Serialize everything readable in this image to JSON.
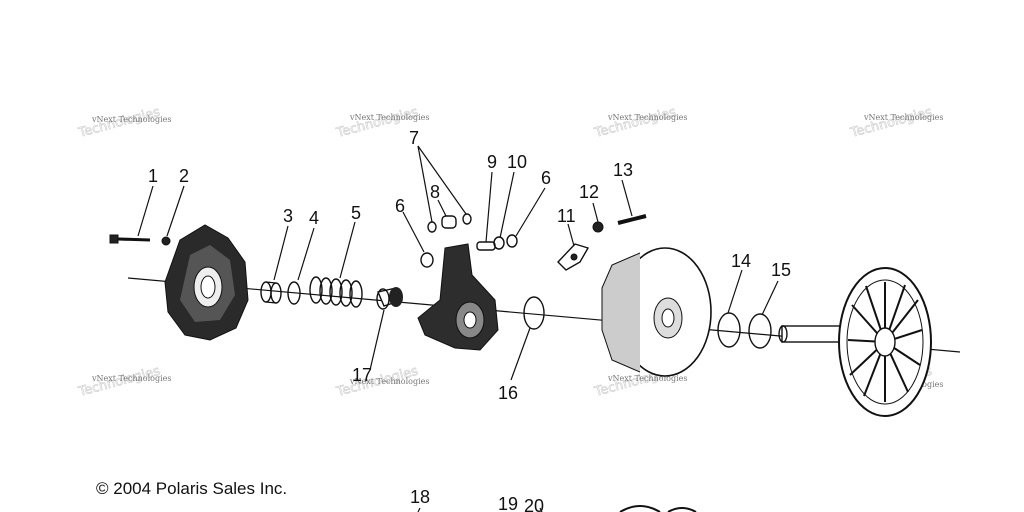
{
  "copyright": "© 2004 Polaris Sales Inc.",
  "watermark": "vNext Technologies",
  "callouts": [
    "1",
    "2",
    "3",
    "4",
    "5",
    "6",
    "7",
    "8",
    "9",
    "10",
    "6",
    "11",
    "12",
    "13",
    "14",
    "15",
    "16",
    "17",
    "18",
    "19",
    "20"
  ]
}
